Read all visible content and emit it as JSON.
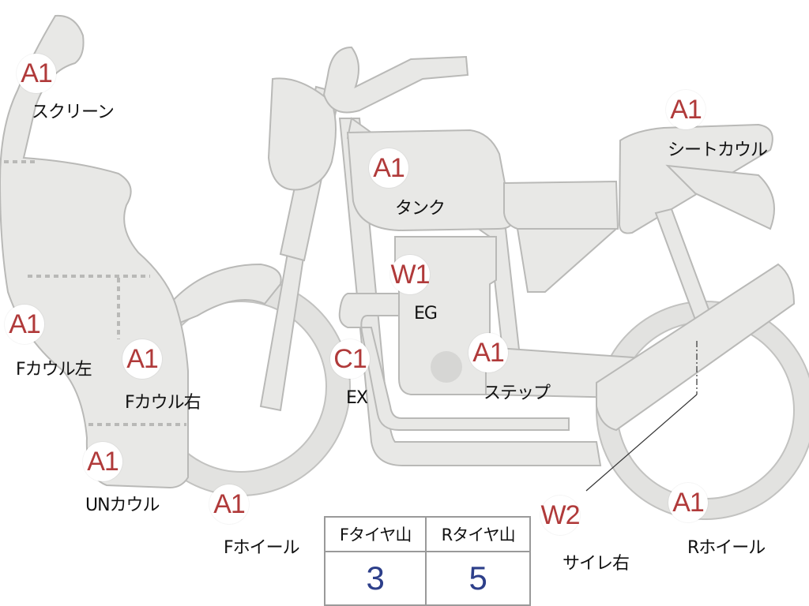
{
  "colors": {
    "part_fill": "#e8e8e6",
    "part_stroke": "#b9b9b7",
    "grade_text": "#b03a3a",
    "table_value": "#2d3f8a"
  },
  "callouts": {
    "screen": {
      "grade": "A1",
      "label": "スクリーン"
    },
    "seat_cowl": {
      "grade": "A1",
      "label": "シートカウル"
    },
    "tank": {
      "grade": "A1",
      "label": "タンク"
    },
    "engine": {
      "grade": "W1",
      "label": "EG"
    },
    "f_cowl_left": {
      "grade": "A1",
      "label": "Fカウル左"
    },
    "f_cowl_right": {
      "grade": "A1",
      "label": "Fカウル右"
    },
    "exhaust": {
      "grade": "C1",
      "label": "EX"
    },
    "step": {
      "grade": "A1",
      "label": "ステップ"
    },
    "under_cowl": {
      "grade": "A1",
      "label": "UNカウル"
    },
    "f_wheel": {
      "grade": "A1",
      "label": "Fホイール"
    },
    "r_wheel": {
      "grade": "A1",
      "label": "Rホイール"
    },
    "silencer_right": {
      "grade": "W2",
      "label": "サイレ右"
    }
  },
  "tread_table": {
    "headers": [
      "Fタイヤ山",
      "Rタイヤ山"
    ],
    "values": [
      "3",
      "5"
    ]
  }
}
